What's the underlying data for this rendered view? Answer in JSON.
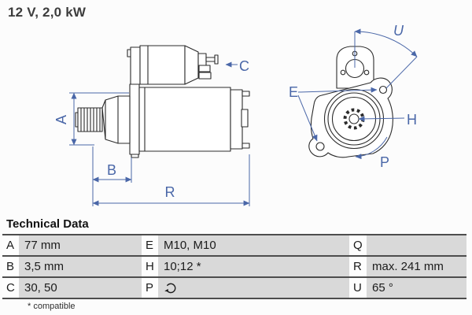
{
  "title": "12 V, 2,0 kW",
  "section": {
    "heading": "Technical Data",
    "footnote": "* compatible"
  },
  "diagram": {
    "description": "starter motor side view and front view technical drawing",
    "labels": {
      "a": "A",
      "b": "B",
      "c": "C",
      "r": "R",
      "e": "E",
      "h": "H",
      "p": "P",
      "u": "U"
    },
    "icons": [
      "dimension-arrow-icon",
      "rotation-ccw-icon"
    ]
  },
  "colors": {
    "dimension_blue": "#4a67a8",
    "drawing_dark": "#2b2b2b",
    "cell_gray": "#d9d9d9",
    "separator_dark": "#4d4d4d"
  },
  "table": {
    "rows": [
      [
        {
          "key": "A",
          "value": "77 mm"
        },
        {
          "key": "E",
          "value": "M10, M10"
        },
        {
          "key": "Q",
          "value": ""
        }
      ],
      [
        {
          "key": "B",
          "value": "3,5 mm"
        },
        {
          "key": "H",
          "value": "10;12 *"
        },
        {
          "key": "R",
          "value": "max. 241 mm"
        }
      ],
      [
        {
          "key": "C",
          "value": "30, 50"
        },
        {
          "key": "P",
          "value": "",
          "value_icon": "rotation-ccw-icon"
        },
        {
          "key": "U",
          "value": "65 °"
        }
      ]
    ]
  }
}
